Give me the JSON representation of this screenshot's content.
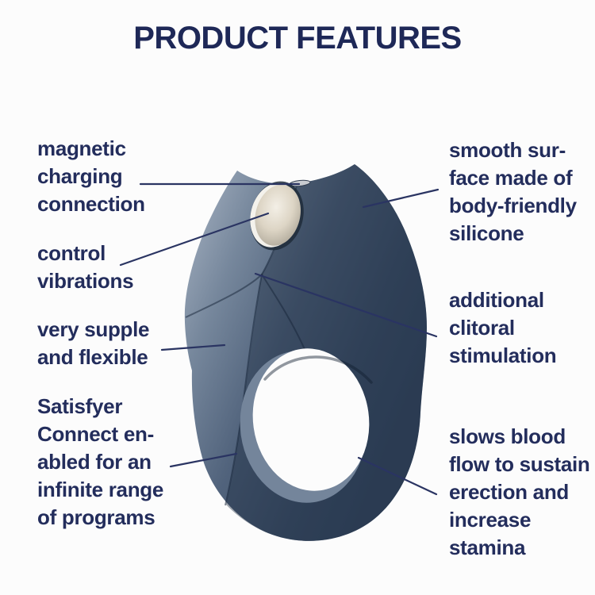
{
  "title": "PRODUCT FEATURES",
  "features": {
    "left": [
      {
        "id": "magnetic-charging",
        "text": "magnetic\ncharging\nconnection"
      },
      {
        "id": "control-vibrations",
        "text": "control\nvibrations"
      },
      {
        "id": "supple-flexible",
        "text": "very supple\nand flexible"
      },
      {
        "id": "satisfyer-connect",
        "text": "Satisfyer\nConnect en-\nabled for an\ninfinite range\nof programs"
      }
    ],
    "right": [
      {
        "id": "smooth-surface",
        "text": "smooth sur-\nface made of\nbody-friendly\nsilicone"
      },
      {
        "id": "clitoral-stimulation",
        "text": "additional\nclitoral\nstimulation"
      },
      {
        "id": "slows-blood-flow",
        "text": "slows blood\nflow to sustain\nerection and\nincrease\nstamina"
      }
    ]
  },
  "colors": {
    "background": "#fcfcfc",
    "text_navy": "#232d5c",
    "title_navy": "#1e2857",
    "callout_line": "#2a3462",
    "body_light": "#97a5b6",
    "body_mid": "#51637c",
    "body_dark": "#374962",
    "button_silver": "#d8d2c3"
  }
}
